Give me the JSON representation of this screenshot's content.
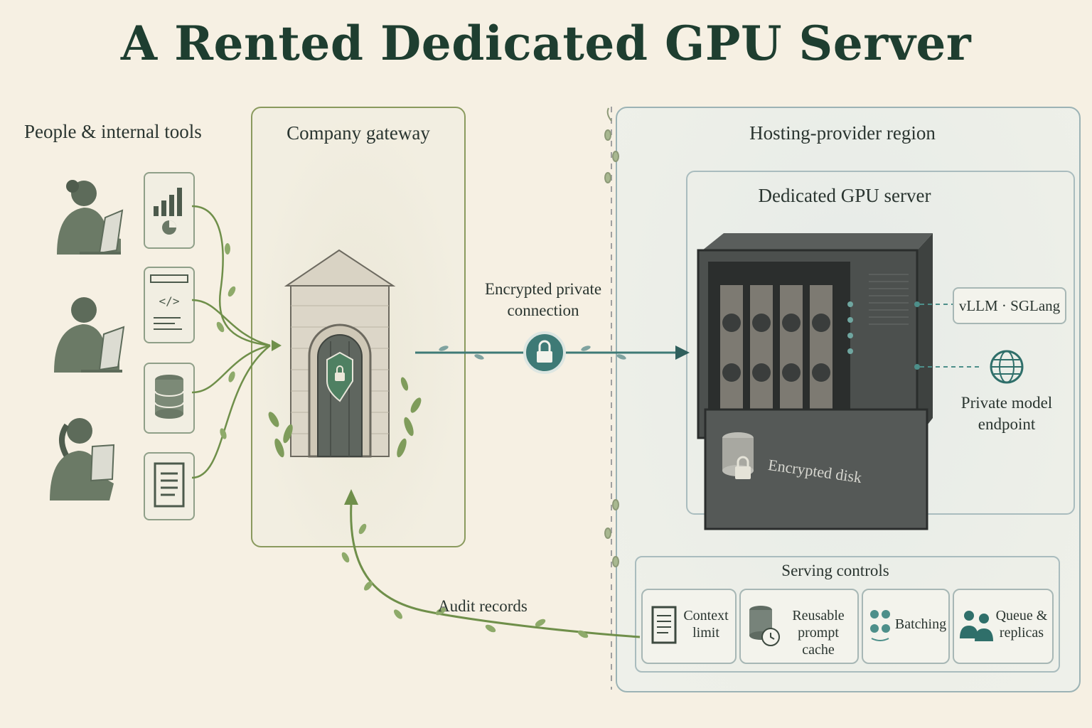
{
  "title": "A Rented Dedicated GPU Server",
  "people_section": {
    "title": "People & internal tools",
    "people": [
      "person-with-laptop",
      "person-with-laptop",
      "person-with-tablet"
    ],
    "tools": [
      "chart-icon",
      "code-icon",
      "database-icon",
      "document-icon"
    ]
  },
  "gateway": {
    "title": "Company gateway",
    "icon": "locked-door-icon"
  },
  "connection": {
    "label": "Encrypted private connection",
    "icon": "lock-icon"
  },
  "region": {
    "title": "Hosting-provider region",
    "server": {
      "title": "Dedicated GPU server",
      "disk_label": "Encrypted disk",
      "runtime_label": "vLLM · SGLang",
      "endpoint_label": "Private model endpoint"
    },
    "controls": {
      "title": "Serving controls",
      "items": [
        {
          "label": "Context limit",
          "icon": "document-icon"
        },
        {
          "label": "Reusable prompt cache",
          "icon": "database-clock-icon"
        },
        {
          "label": "Batching",
          "icon": "batching-icon"
        },
        {
          "label": "Queue & replicas",
          "icon": "people-icon"
        }
      ]
    }
  },
  "audit": {
    "label": "Audit records"
  },
  "colors": {
    "title": "#1e3e30",
    "green_accent": "#6f8f4a",
    "teal_accent": "#3e7a76",
    "panel_border": "#8a9a5e",
    "region_border": "#9cb3b5"
  }
}
